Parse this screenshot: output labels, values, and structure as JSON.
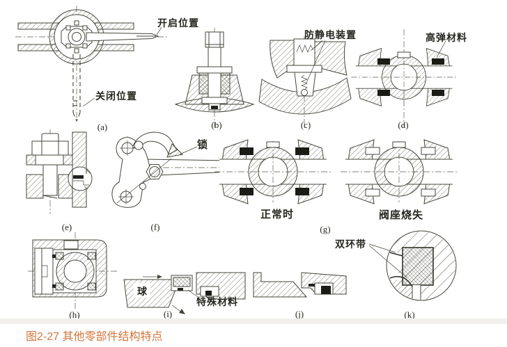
{
  "figure": {
    "caption": "图2-27 其他零部件结构特点",
    "caption_color": "#d2763a",
    "line_color": "#45453a",
    "background_color": "#ffffff"
  },
  "panels": [
    {
      "key": "a",
      "label": "(a)",
      "annotations": [
        "开启位置",
        "关闭位置"
      ]
    },
    {
      "key": "b",
      "label": "(b)",
      "annotations": []
    },
    {
      "key": "c",
      "label": "(c)",
      "annotations": [
        "防静电装置"
      ]
    },
    {
      "key": "d",
      "label": "(d)",
      "annotations": [
        "高弹材料"
      ]
    },
    {
      "key": "e",
      "label": "(e)",
      "annotations": []
    },
    {
      "key": "f",
      "label": "(f)",
      "annotations": [
        "锁"
      ]
    },
    {
      "key": "g",
      "label": "(g)",
      "annotations": [
        "正常时",
        "阀座烧失"
      ]
    },
    {
      "key": "h",
      "label": "(h)",
      "annotations": []
    },
    {
      "key": "i",
      "label": "(i)",
      "annotations": [
        "球",
        "特殊材料"
      ]
    },
    {
      "key": "j",
      "label": "(j)",
      "annotations": []
    },
    {
      "key": "k",
      "label": "(k)",
      "annotations": [
        "双环带"
      ]
    }
  ],
  "annotations": {
    "open_position": "开启位置",
    "closed_position": "关闭位置",
    "antistatic_device": "防静电装置",
    "high_elastic_material": "高弹材料",
    "lock": "锁",
    "normal_condition": "正常时",
    "seat_burned_out": "阀座烧失",
    "ball": "球",
    "special_material": "特殊材料",
    "double_ring_band": "双环带"
  }
}
